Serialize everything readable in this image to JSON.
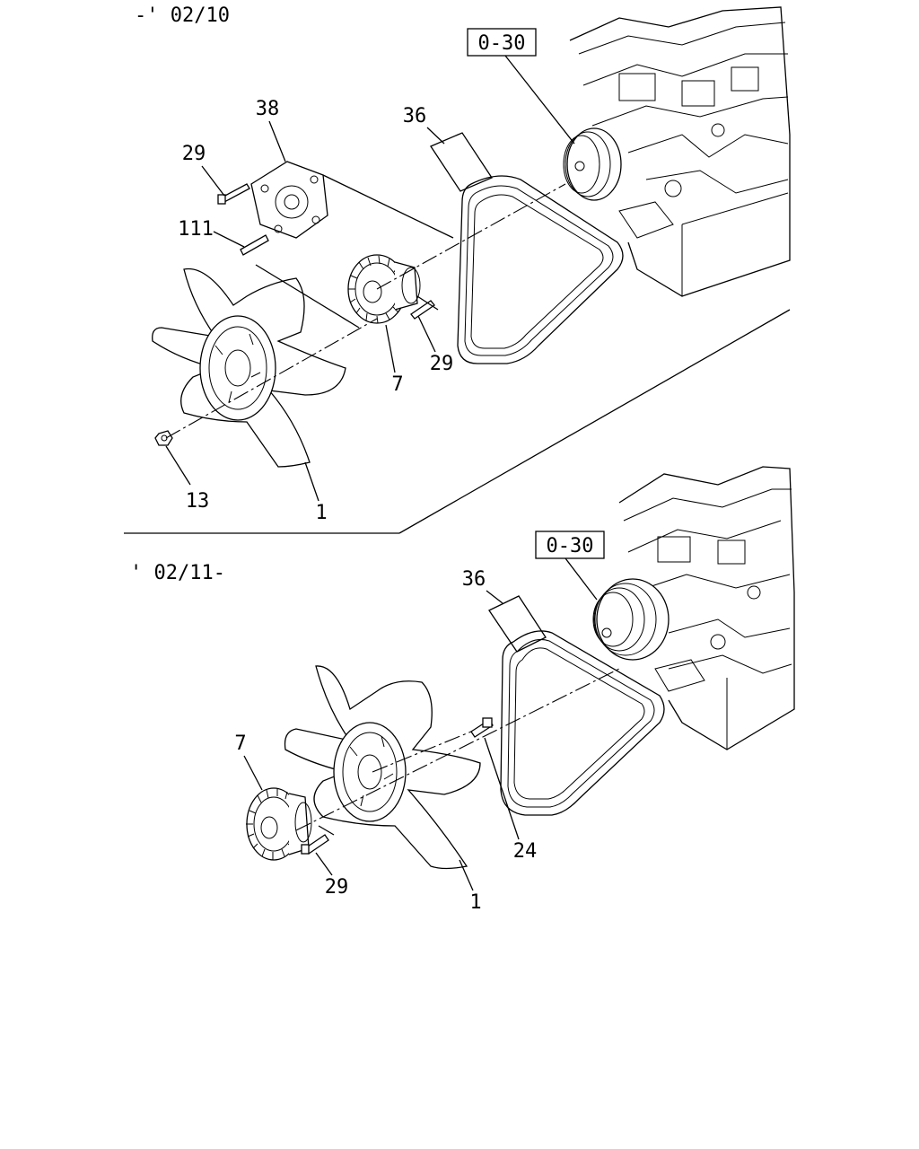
{
  "sections": [
    {
      "period": "-' 02/10",
      "reference_box": "0-30",
      "callouts": [
        "38",
        "29",
        "111",
        "36",
        "7",
        "29",
        "13",
        "1"
      ]
    },
    {
      "period": "' 02/11-",
      "reference_box": "0-30",
      "callouts": [
        "36",
        "7",
        "24",
        "29",
        "1"
      ]
    }
  ]
}
